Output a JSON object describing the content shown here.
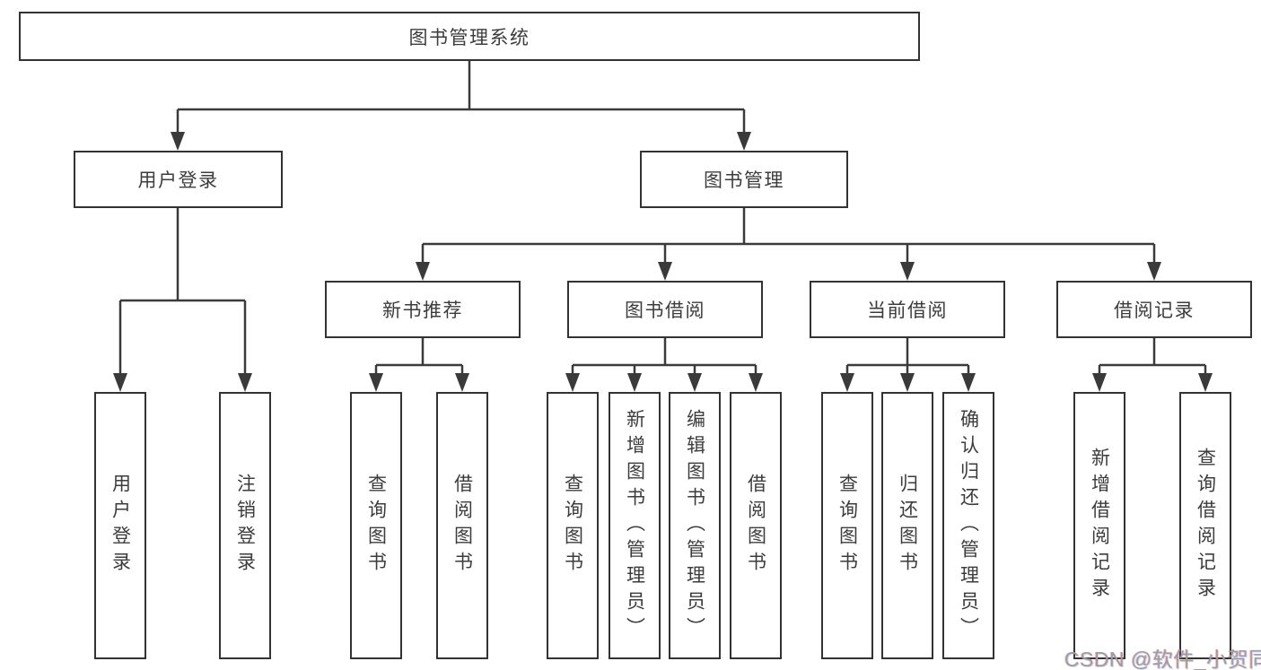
{
  "diagram": {
    "root": {
      "label": "图书管理系统"
    },
    "level2": [
      {
        "label": "用户登录"
      },
      {
        "label": "图书管理"
      }
    ],
    "level3": [
      {
        "label": "新书推荐"
      },
      {
        "label": "图书借阅"
      },
      {
        "label": "当前借阅"
      },
      {
        "label": "借阅记录"
      }
    ],
    "leaves": {
      "user_login": [
        "用户登录",
        "注销登录"
      ],
      "new_book": [
        "查询图书",
        "借阅图书"
      ],
      "book_borrow": [
        "查询图书",
        "新增图书（管理员）",
        "编辑图书（管理员）",
        "借阅图书"
      ],
      "current_borrow": [
        "查询图书",
        "归还图书",
        "确认归还（管理员）"
      ],
      "borrow_records": [
        "新增借阅记录",
        "查询借阅记录"
      ]
    }
  },
  "watermark": {
    "text": "CSDN @软件_小贺同学"
  },
  "colors": {
    "line": "#3a3a3a",
    "box_border": "#333333",
    "text": "#3c3c3c",
    "watermark": "#9d9d9d",
    "background": "#ffffff"
  }
}
